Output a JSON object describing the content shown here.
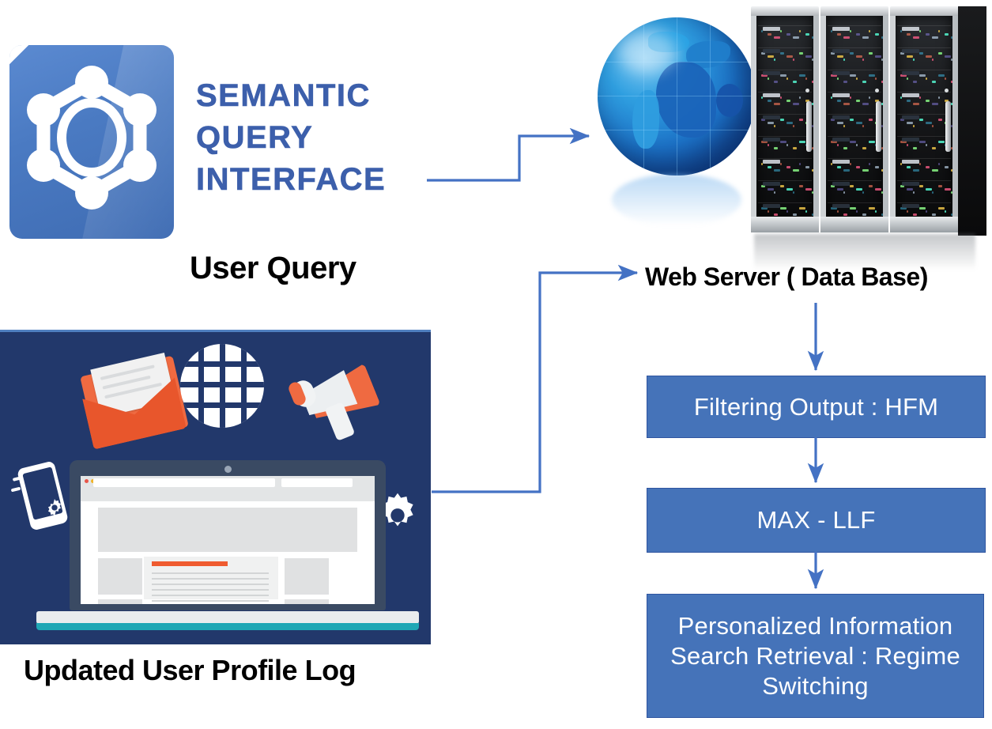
{
  "diagram": {
    "title": "Semantic Query Interface personalized search flow",
    "accent_blue": "#4573b9",
    "arrow_blue": "#4472c4",
    "panel_navy": "#22386b",
    "logo_blue": "#3c5fab",
    "orange": "#ef6a41"
  },
  "logo": {
    "icon_name": "semantic-graph-icon",
    "wordmark": {
      "line1": "SEMANTIC",
      "line2": "QUERY",
      "line3": "INTERFACE"
    }
  },
  "captions": {
    "user_query": "User Query",
    "web_server": "Web Server ( Data Base)",
    "profile_log": "Updated User Profile Log"
  },
  "images": {
    "globe_name": "blue-globe-icon",
    "servers_name": "server-racks-image",
    "profile_panel_name": "updated-user-profile-log-illustration",
    "panel_icons": [
      "envelope-icon",
      "wire-globe-icon",
      "megaphone-icon",
      "smartphone-gear-icon",
      "gears-icon",
      "laptop-browser-illustration"
    ]
  },
  "flow_boxes": [
    {
      "id": "filtering",
      "label": "Filtering Output : HFM"
    },
    {
      "id": "max_llf",
      "label": "MAX - LLF"
    },
    {
      "id": "personalized",
      "label": "Personalized Information Search Retrieval : Regime Switching"
    }
  ],
  "connectors": [
    {
      "from": "user-query-logo",
      "to": "globe",
      "style": "elbow-right-up-right"
    },
    {
      "from": "updated-user-profile-log",
      "to": "web-server",
      "style": "elbow-right-up-right"
    },
    {
      "from": "web-server",
      "to": "filtering",
      "style": "straight-down"
    },
    {
      "from": "filtering",
      "to": "max_llf",
      "style": "straight-down"
    },
    {
      "from": "max_llf",
      "to": "personalized",
      "style": "straight-down"
    }
  ]
}
